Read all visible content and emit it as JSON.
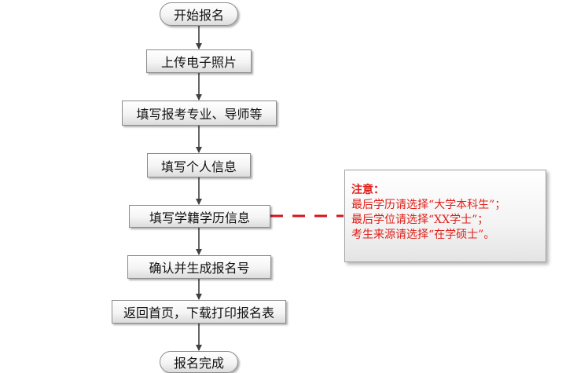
{
  "flow": {
    "start": "开始报名",
    "step1": "上传电子照片",
    "step2": "填写报考专业、导师等",
    "step3": "填写个人信息",
    "step4": "填写学籍学历信息",
    "step5": "确认并生成报名号",
    "step6": "返回首页，下载打印报名表",
    "end": "报名完成"
  },
  "note": {
    "title": "注意：",
    "line1": "最后学历请选择“大学本科生”；",
    "line2": "最后学位请选择“XX学士”；",
    "line3": "考生来源请选择“在学硕士”。"
  },
  "colors": {
    "note_text": "#e0201a",
    "dashed_link": "#d6141a",
    "arrow": "#404040"
  }
}
